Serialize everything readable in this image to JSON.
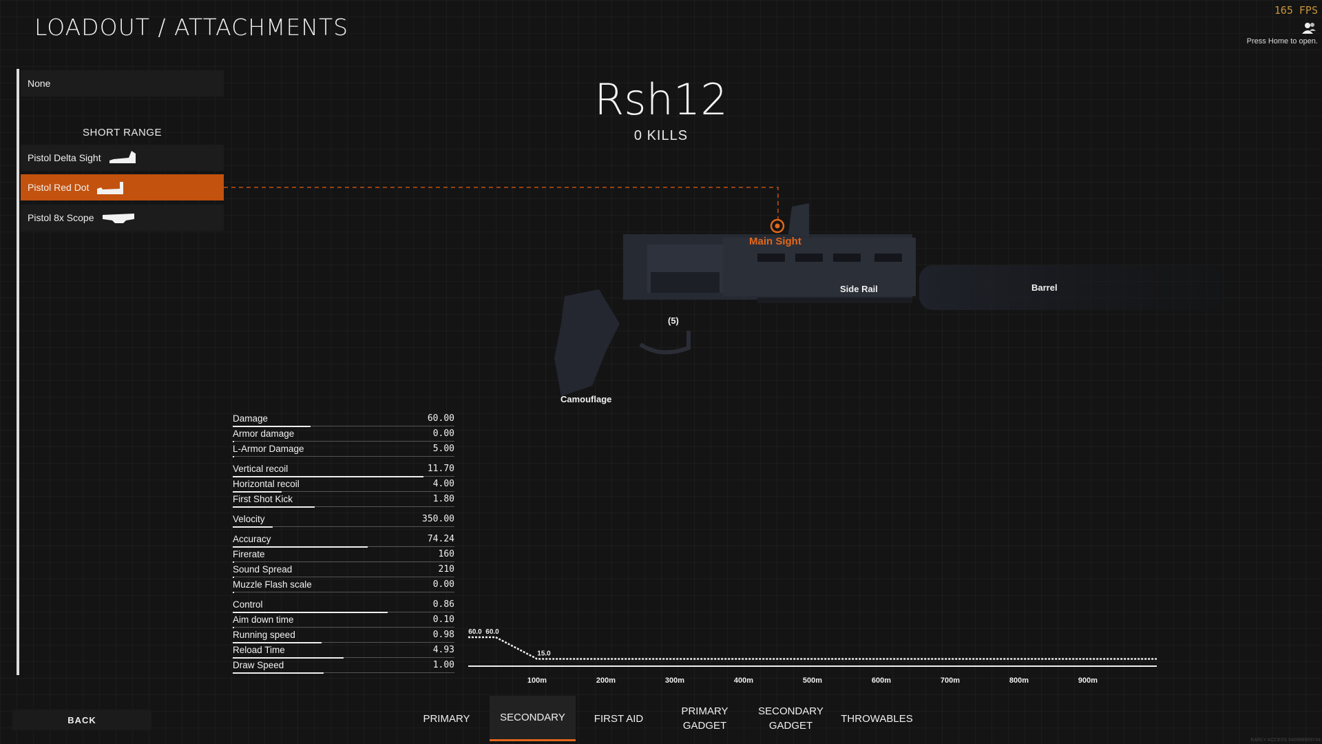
{
  "header": {
    "title": "LOADOUT / ATTACHMENTS",
    "fps": "165 FPS",
    "hint": "Press Home to open."
  },
  "attachment_list": {
    "none_label": "None",
    "section_title": "SHORT RANGE",
    "items": [
      {
        "label": "Pistol Delta Sight",
        "icon": "delta-sight-icon",
        "selected": false
      },
      {
        "label": "Pistol Red Dot",
        "icon": "red-dot-icon",
        "selected": true
      },
      {
        "label": "Pistol 8x Scope",
        "icon": "scope-8x-icon",
        "selected": false
      }
    ]
  },
  "weapon": {
    "name": "Rsh12",
    "kills": "0 KILLS"
  },
  "slots": {
    "main_sight": "Main Sight",
    "side_rail": "Side Rail",
    "barrel": "Barrel",
    "ammo": "(5)",
    "camouflage": "Camouflage"
  },
  "stats": [
    {
      "label": "Damage",
      "value": "60.00",
      "fill": 0.35
    },
    {
      "label": "Armor damage",
      "value": "0.00",
      "fill": 0.0
    },
    {
      "label": "L-Armor Damage",
      "value": "5.00",
      "fill": 0.0
    },
    {
      "label": "Vertical recoil",
      "value": "11.70",
      "fill": 0.86
    },
    {
      "label": "Horizontal recoil",
      "value": "4.00",
      "fill": 0.22
    },
    {
      "label": "First Shot Kick",
      "value": "1.80",
      "fill": 0.37
    },
    {
      "label": "Velocity",
      "value": "350.00",
      "fill": 0.18
    },
    {
      "label": "Accuracy",
      "value": "74.24",
      "fill": 0.61
    },
    {
      "label": "Firerate",
      "value": "160",
      "fill": 0.0
    },
    {
      "label": "Sound Spread",
      "value": "210",
      "fill": 0.0
    },
    {
      "label": "Muzzle Flash scale",
      "value": "0.00",
      "fill": 0.0
    },
    {
      "label": "Control",
      "value": "0.86",
      "fill": 0.7
    },
    {
      "label": "Aim down time",
      "value": "0.10",
      "fill": 0.0
    },
    {
      "label": "Running speed",
      "value": "0.98",
      "fill": 0.4
    },
    {
      "label": "Reload Time",
      "value": "4.93",
      "fill": 0.5
    },
    {
      "label": "Draw Speed",
      "value": "1.00",
      "fill": 0.41
    }
  ],
  "chart_data": {
    "type": "line",
    "title": "",
    "xlabel": "",
    "ylabel": "",
    "x_ticks": [
      "100m",
      "200m",
      "300m",
      "400m",
      "500m",
      "600m",
      "700m",
      "800m",
      "900m"
    ],
    "xlim": [
      0,
      1000
    ],
    "ylim": [
      0,
      60
    ],
    "series": [
      {
        "x": [
          0,
          40,
          100,
          1000
        ],
        "y": [
          60,
          60,
          15,
          15
        ]
      }
    ],
    "annotations": [
      {
        "text": "60.0",
        "x": 10,
        "y": 60
      },
      {
        "text": "60.0",
        "x": 35,
        "y": 60
      },
      {
        "text": "15.0",
        "x": 110,
        "y": 15
      }
    ],
    "grid": false
  },
  "nav": {
    "back": "BACK",
    "tabs": [
      {
        "label": "PRIMARY",
        "active": false
      },
      {
        "label": "SECONDARY",
        "active": true
      },
      {
        "label": "FIRST AID",
        "active": false
      },
      {
        "label": "PRIMARY\nGADGET",
        "active": false
      },
      {
        "label": "SECONDARY\nGADGET",
        "active": false
      },
      {
        "label": "THROWABLES",
        "active": false
      }
    ]
  },
  "footer": {
    "tag": "EARLY ACCESS 646998569744"
  },
  "colors": {
    "accent": "#e2671c",
    "selected_bg": "#c2520e",
    "background": "#141414"
  }
}
